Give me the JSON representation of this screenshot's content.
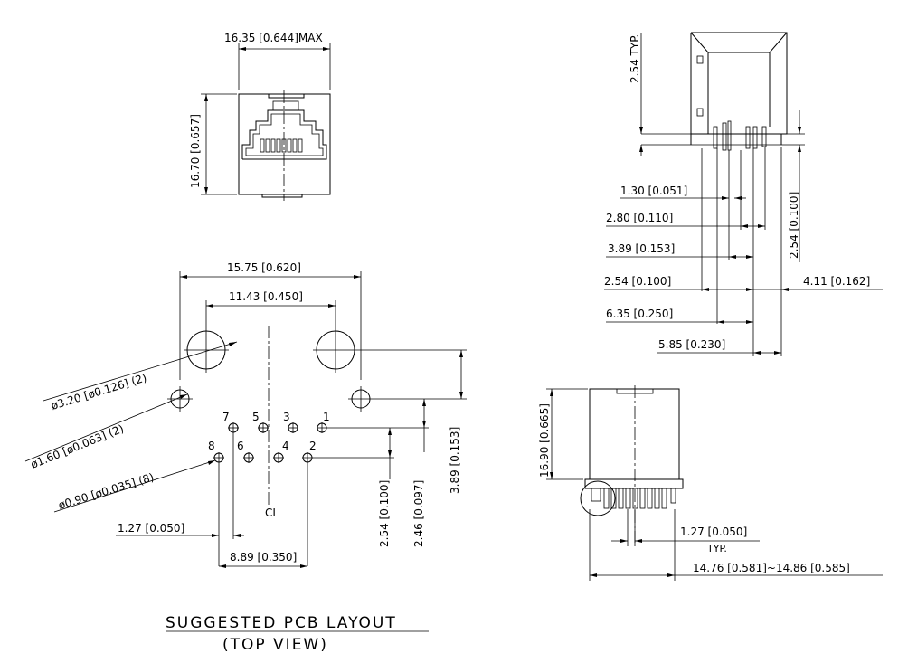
{
  "front_view": {
    "width_dim": "16.35 [0.644]MAX",
    "height_dim": "16.70 [0.657]"
  },
  "pcb_layout": {
    "dim_15_75": "15.75 [0.620]",
    "dim_11_43": "11.43 [0.450]",
    "dim_mount_hole": "ø3.20 [ø0.126] (2)",
    "dim_locate_hole": "ø1.60 [ø0.063] (2)",
    "dim_pin_hole": "ø0.90 [ø0.035] (8)",
    "dim_1_27": "1.27 [0.050]",
    "dim_8_89": "8.89 [0.350]",
    "dim_2_54": "2.54 [0.100]",
    "dim_2_46": "2.46 [0.097]",
    "dim_3_89": "3.89 [0.153]",
    "centerline": "CL",
    "pins": [
      "1",
      "2",
      "3",
      "4",
      "5",
      "6",
      "7",
      "8"
    ],
    "title": "SUGGESTED PCB LAYOUT",
    "subtitle": "(TOP VIEW)"
  },
  "side_view": {
    "typ_dim": "2.54  TYP.",
    "dim_1_30": "1.30 [0.051]",
    "dim_2_80": "2.80 [0.110]",
    "dim_3_89": "3.89 [0.153]",
    "dim_2_54_left": "2.54 [0.100]",
    "dim_2_54_right": "2.54 [0.100]",
    "dim_4_11": "4.11 [0.162]",
    "dim_6_35": "6.35 [0.250]",
    "dim_5_85": "5.85 [0.230]"
  },
  "bottom_view": {
    "height_dim": "16.90 [0.665]",
    "pitch_dim": "1.27 [0.050]",
    "pitch_typ": "TYP.",
    "width_dim": "14.76 [0.581]~14.86 [0.585]"
  }
}
